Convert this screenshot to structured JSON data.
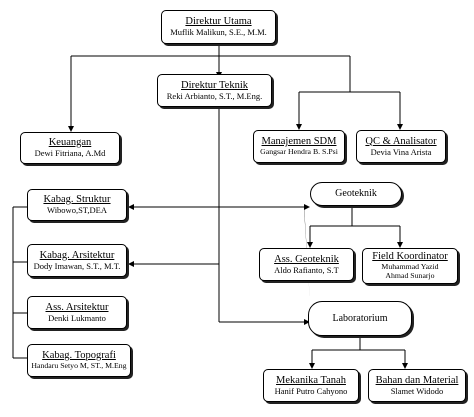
{
  "chart": {
    "direktur_utama": {
      "title": "Direktur Utama",
      "name": "Muflik Malikun, S.E., M.M."
    },
    "direktur_teknik": {
      "title": "Direktur Teknik",
      "name": "Reki Arbianto, S.T., M.Eng."
    },
    "keuangan": {
      "title": "Keuangan",
      "name": "Dewi Fitriana, A.Md"
    },
    "manajemen_sdm": {
      "title": "Manajemen SDM",
      "name": "Gangsar Hendra B. S.Psi"
    },
    "qc_analisator": {
      "title": "QC & Analisator",
      "name": "Devia Vina Arista"
    },
    "kabag_struktur": {
      "title": "Kabag. Struktur",
      "name": "Wibowo,ST,DEA"
    },
    "geoteknik": {
      "label": "Geoteknik"
    },
    "kabag_arsitektur": {
      "title": "Kabag. Arsitektur",
      "name": "Dody Imawan, S.T., M.T."
    },
    "ass_geoteknik": {
      "title": "Ass. Geoteknik",
      "name": "Aldo Rafianto, S.T"
    },
    "field_koordinator": {
      "title": "Field Koordinator",
      "name1": "Muhammad Yazid",
      "name2": "Ahmad Sunarjo"
    },
    "ass_arsitektur": {
      "title": "Ass. Arsitektur",
      "name": "Denki Lukmanto"
    },
    "laboratorium": {
      "label": "Laboratorium"
    },
    "kabag_topografi": {
      "title": "Kabag. Topografi",
      "name": "Handaru Setyo M, ST., M.Eng"
    },
    "mekanika_tanah": {
      "title": "Mekanika Tanah",
      "name": "Hanif Putro Cahyono"
    },
    "bahan_material": {
      "title": "Bahan dan Material",
      "name": "Slamet Widodo"
    }
  }
}
